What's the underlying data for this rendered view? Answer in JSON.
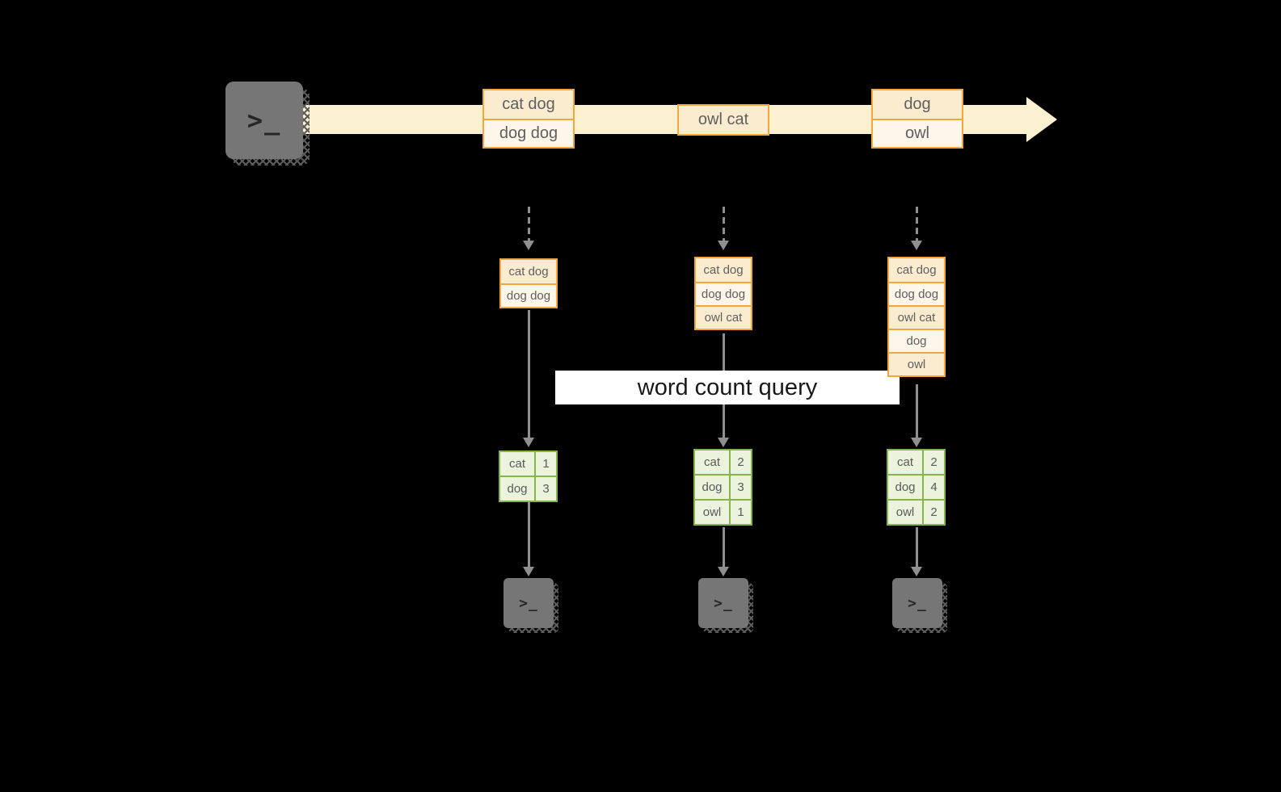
{
  "banner": {
    "label": "word count query"
  },
  "icons": {
    "terminal_prompt": ">_"
  },
  "timeline": {
    "batches": [
      [
        "cat dog",
        "dog dog"
      ],
      [
        "owl cat"
      ],
      [
        "dog",
        "owl"
      ]
    ]
  },
  "columns": [
    {
      "input": [
        "cat dog",
        "dog dog"
      ],
      "counts": [
        [
          "cat",
          "1"
        ],
        [
          "dog",
          "3"
        ]
      ]
    },
    {
      "input": [
        "cat dog",
        "dog dog",
        "owl cat"
      ],
      "counts": [
        [
          "cat",
          "2"
        ],
        [
          "dog",
          "3"
        ],
        [
          "owl",
          "1"
        ]
      ]
    },
    {
      "input": [
        "cat dog",
        "dog dog",
        "owl cat",
        "dog",
        "owl"
      ],
      "counts": [
        [
          "cat",
          "2"
        ],
        [
          "dog",
          "4"
        ],
        [
          "owl",
          "2"
        ]
      ]
    }
  ],
  "colors": {
    "accent-orange": "#f0a73d",
    "cell-dark": "#fbecd0",
    "cell-light": "#fdf6e9",
    "stream-cream": "#fbf0cf",
    "green-border": "#85b44c",
    "green-fill": "#ebf3dd",
    "arrow-gray": "#8f8f8f",
    "terminal-gray": "#767676",
    "banner-bg": "#ffffff",
    "banner-text": "#191919"
  }
}
